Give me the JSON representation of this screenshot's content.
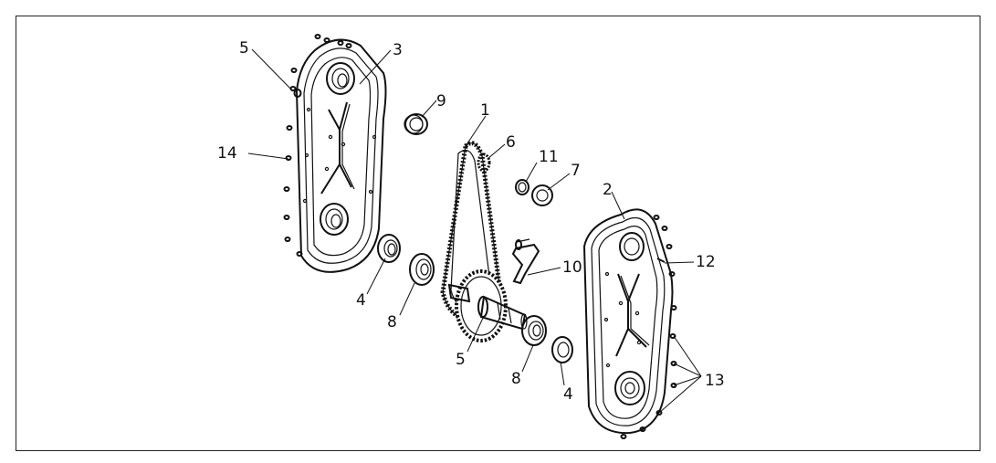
{
  "diagram": {
    "callouts": {
      "c1": "1",
      "c2": "2",
      "c3": "3",
      "c4a": "4",
      "c4b": "4",
      "c5a": "5",
      "c5b": "5",
      "c6": "6",
      "c7": "7",
      "c8a": "8",
      "c8b": "8",
      "c9": "9",
      "c10": "10",
      "c11": "11",
      "c12": "12",
      "c13": "13",
      "c14": "14"
    }
  }
}
